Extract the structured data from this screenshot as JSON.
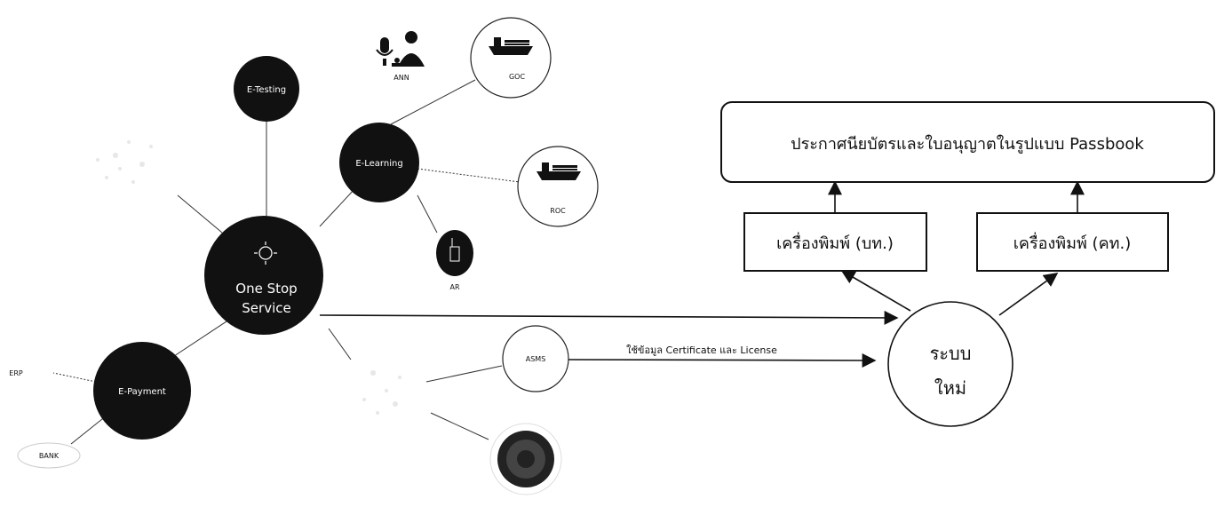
{
  "hub": {
    "label_line1": "One Stop",
    "label_line2": "Service"
  },
  "nodes": {
    "e_testing": "E-Testing",
    "e_learning": "E-Learning",
    "e_payment": "E-Payment",
    "ann": "ANN",
    "goc": "GOC",
    "roc": "ROC",
    "ar": "AR",
    "erp": "ERP",
    "bank": "BANK",
    "asms": "ASMS"
  },
  "new_system": {
    "line1": "ระบบ",
    "line2": "ใหม่"
  },
  "printers": {
    "left": "เครื่องพิมพ์ (บท.)",
    "right": "เครื่องพิมพ์ (คท.)"
  },
  "output_box": "ประกาศนียบัตรและใบอนุญาตในรูปแบบ Passbook",
  "edge_labels": {
    "asms_to_new": "ใช้ข้อมูล Certificate และ License"
  },
  "icons": [
    "microphone-icon",
    "person-icon",
    "ship-icon",
    "radio-icon",
    "gear-icon",
    "seal-icon",
    "cloud-icon"
  ],
  "colors": {
    "node_fill": "#111111",
    "line": "#222222",
    "background": "#ffffff"
  }
}
